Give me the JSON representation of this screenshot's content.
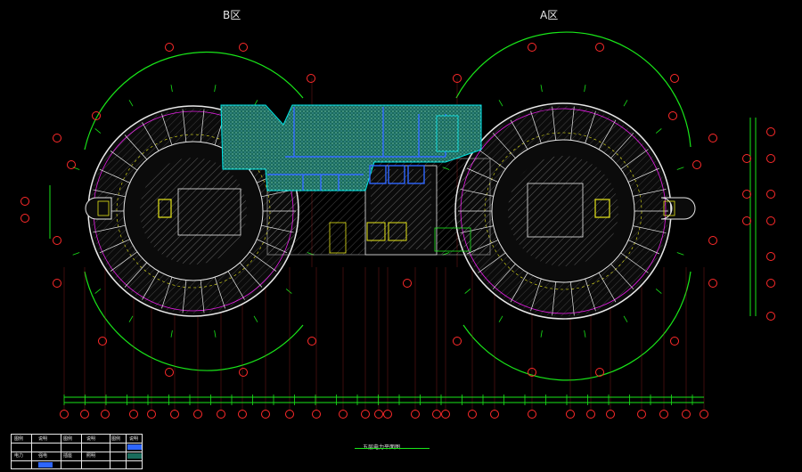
{
  "zones": {
    "left": "B区",
    "right": "A区"
  },
  "caption": "五层电力平面图",
  "legend": {
    "cells": [
      "图例",
      "说明",
      "图例",
      "说明",
      "图例",
      "说明",
      "电力",
      "强电",
      "插座",
      "照明"
    ]
  },
  "colors": {
    "background": "#000000",
    "wall": "#e8e8e8",
    "hatch": "#d8d8d8",
    "dimension": "#19e619",
    "axis": "#ff2a2a",
    "zone_hatch": "#00e6e6",
    "partition": "#2e66ff",
    "fixture": "#e6e619",
    "curtain_wall": "#e619e6"
  },
  "icons": {
    "axis_bubble": "axis-bubble-icon",
    "stair": "stair-icon"
  }
}
